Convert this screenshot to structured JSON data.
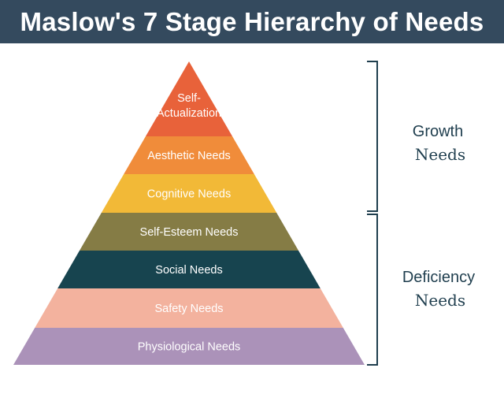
{
  "title": "Maslow's 7 Stage Hierarchy of Needs",
  "levels": [
    {
      "lines": [
        "Self-",
        "Actualization"
      ],
      "color": "#e8623a",
      "text_color": "#ffffff"
    },
    {
      "lines": [
        "Aesthetic Needs"
      ],
      "color": "#f08c3a",
      "text_color": "#ffffff"
    },
    {
      "lines": [
        "Cognitive Needs"
      ],
      "color": "#f2b937",
      "text_color": "#ffffff"
    },
    {
      "lines": [
        "Self-Esteem Needs"
      ],
      "color": "#857c45",
      "text_color": "#ffffff"
    },
    {
      "lines": [
        "Social Needs"
      ],
      "color": "#17444f",
      "text_color": "#ffffff"
    },
    {
      "lines": [
        "Safety Needs"
      ],
      "color": "#f3b29e",
      "text_color": "#ffffff"
    },
    {
      "lines": [
        "Physiological Needs"
      ],
      "color": "#ab92b9",
      "text_color": "#ffffff"
    }
  ],
  "groups": [
    {
      "line1": "Growth",
      "line2": "Needs"
    },
    {
      "line1": "Deficiency",
      "line2": "Needs"
    }
  ],
  "colors": {
    "header_bg": "#344a5e",
    "bracket": "#1f3e4e",
    "group_text": "#1f3e4e"
  }
}
